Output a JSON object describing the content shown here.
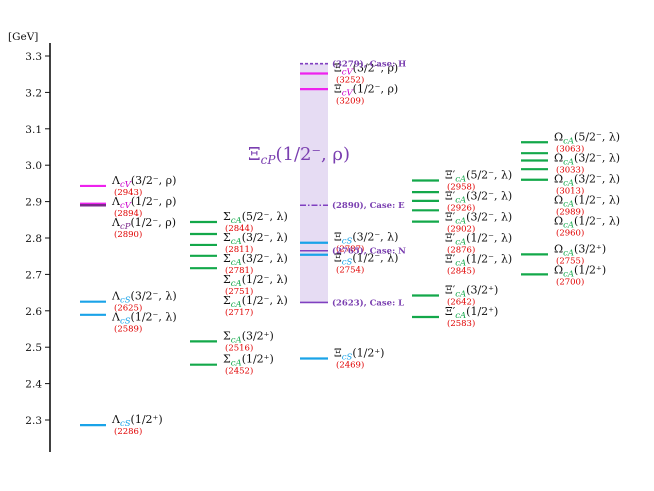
{
  "chart_data": {
    "type": "level-diagram",
    "unit_label": "[GeV]",
    "ylim": [
      2.22,
      3.38
    ],
    "yticks": [
      2.3,
      2.4,
      2.5,
      2.6,
      2.7,
      2.8,
      2.9,
      3.0,
      3.1,
      3.2,
      3.3
    ],
    "colors": {
      "lambda_cV": "#ee22ee",
      "lambda_cP": "#7b2a8b",
      "rho_state": "#ee22ee",
      "cS": "#1aa3e8",
      "cA": "#13a84a",
      "case": "#8040c0",
      "band": "#e6dcf3",
      "mass": "#e00000",
      "cV_sub": "#cc00cc",
      "cA_sub": "#13a84a",
      "cS_sub": "#1aa3e8",
      "cP_sub": "#7b2a8b"
    },
    "big_label": {
      "base": "Ξ",
      "sub": "cP",
      "rest": "(1/2⁻, ρ)"
    },
    "levels": [
      {
        "col": 0,
        "mass": 2.943,
        "label": "(2943)",
        "color": "lambda_cV",
        "base": "Λ",
        "sub": "cV",
        "subcolor": "cV_sub",
        "rest": "(3/2⁻, ρ)"
      },
      {
        "col": 0,
        "mass": 2.894,
        "label": "(2894)",
        "color": "lambda_cV",
        "base": "Λ",
        "sub": "cV",
        "subcolor": "cV_sub",
        "rest": "(1/2⁻, ρ)"
      },
      {
        "col": 0,
        "mass": 2.89,
        "label": "(2890)",
        "color": "lambda_cP",
        "base": "Λ",
        "sub": "cP",
        "subcolor": "cP_sub",
        "rest": "(1/2⁻, ρ)"
      },
      {
        "col": 0,
        "mass": 2.625,
        "label": "(2625)",
        "color": "cS",
        "base": "Λ",
        "sub": "cS",
        "subcolor": "cS_sub",
        "rest": "(3/2⁻, λ)"
      },
      {
        "col": 0,
        "mass": 2.589,
        "label": "(2589)",
        "color": "cS",
        "base": "Λ",
        "sub": "cS",
        "subcolor": "cS_sub",
        "rest": "(1/2⁻, λ)"
      },
      {
        "col": 0,
        "mass": 2.286,
        "label": "(2286)",
        "color": "cS",
        "base": "Λ",
        "sub": "cS",
        "subcolor": "cS_sub",
        "rest": "(1/2⁺)"
      },
      {
        "col": 1,
        "mass": 2.844,
        "label": "(2844)",
        "color": "cA",
        "base": "Σ",
        "sub": "cA",
        "subcolor": "cA_sub",
        "rest": "(5/2⁻, λ)"
      },
      {
        "col": 1,
        "mass": 2.811,
        "label": "(2811)",
        "color": "cA",
        "base": "Σ",
        "sub": "cA",
        "subcolor": "cA_sub",
        "rest": "(3/2⁻, λ)"
      },
      {
        "col": 1,
        "mass": 2.781,
        "label": "(2781)",
        "color": "cA",
        "base": "Σ",
        "sub": "cA",
        "subcolor": "cA_sub",
        "rest": "(3/2⁻, λ)"
      },
      {
        "col": 1,
        "mass": 2.751,
        "label": "(2751)",
        "color": "cA",
        "base": "Σ",
        "sub": "cA",
        "subcolor": "cA_sub",
        "rest": "(1/2⁻, λ)"
      },
      {
        "col": 1,
        "mass": 2.717,
        "label": "(2717)",
        "color": "cA",
        "base": "Σ",
        "sub": "cA",
        "subcolor": "cA_sub",
        "rest": "(1/2⁻, λ)"
      },
      {
        "col": 1,
        "mass": 2.516,
        "label": "(2516)",
        "color": "cA",
        "base": "Σ",
        "sub": "cA",
        "subcolor": "cA_sub",
        "rest": "(3/2⁺)"
      },
      {
        "col": 1,
        "mass": 2.452,
        "label": "(2452)",
        "color": "cA",
        "base": "Σ",
        "sub": "cA",
        "subcolor": "cA_sub",
        "rest": "(1/2⁺)"
      },
      {
        "col": 2,
        "mass": 3.252,
        "label": "(3252)",
        "color": "rho_state",
        "base": "Ξ",
        "sub": "cV",
        "subcolor": "cV_sub",
        "rest": "(3/2⁻, ρ)"
      },
      {
        "col": 2,
        "mass": 3.209,
        "label": "(3209)",
        "color": "rho_state",
        "base": "Ξ",
        "sub": "cV",
        "subcolor": "cV_sub",
        "rest": "(1/2⁻, ρ)"
      },
      {
        "col": 2,
        "mass": 2.787,
        "label": "(2787)",
        "color": "cS",
        "base": "Ξ",
        "sub": "cS",
        "subcolor": "cS_sub",
        "rest": "(3/2⁻, λ)"
      },
      {
        "col": 2,
        "mass": 2.754,
        "label": "(2754)",
        "color": "cS",
        "base": "Ξ",
        "sub": "cS",
        "subcolor": "cS_sub",
        "rest": "(1/2⁻, λ)"
      },
      {
        "col": 2,
        "mass": 2.469,
        "label": "(2469)",
        "color": "cS",
        "base": "Ξ",
        "sub": "cS",
        "subcolor": "cS_sub",
        "rest": "(1/2⁺)"
      },
      {
        "col": 3,
        "mass": 2.958,
        "label": "(2958)",
        "color": "cA",
        "base": "Ξ′",
        "sub": "cA",
        "subcolor": "cA_sub",
        "rest": "(5/2⁻, λ)"
      },
      {
        "col": 3,
        "mass": 2.926,
        "label": "(2926)",
        "color": "cA",
        "base": "Ξ′",
        "sub": "cA",
        "subcolor": "cA_sub",
        "rest": "(3/2⁻, λ)"
      },
      {
        "col": 3,
        "mass": 2.902,
        "label": "(2902)",
        "color": "cA",
        "base": "Ξ′",
        "sub": "cA",
        "subcolor": "cA_sub",
        "rest": "(3/2⁻, λ)"
      },
      {
        "col": 3,
        "mass": 2.876,
        "label": "(2876)",
        "color": "cA",
        "base": "Ξ′",
        "sub": "cA",
        "subcolor": "cA_sub",
        "rest": "(1/2⁻, λ)"
      },
      {
        "col": 3,
        "mass": 2.845,
        "label": "(2845)",
        "color": "cA",
        "base": "Ξ′",
        "sub": "cA",
        "subcolor": "cA_sub",
        "rest": "(1/2⁻, λ)"
      },
      {
        "col": 3,
        "mass": 2.642,
        "label": "(2642)",
        "color": "cA",
        "base": "Ξ′",
        "sub": "cA",
        "subcolor": "cA_sub",
        "rest": "(3/2⁺)"
      },
      {
        "col": 3,
        "mass": 2.583,
        "label": "(2583)",
        "color": "cA",
        "base": "Ξ′",
        "sub": "cA",
        "subcolor": "cA_sub",
        "rest": "(1/2⁺)"
      },
      {
        "col": 4,
        "mass": 3.063,
        "label": "(3063)",
        "color": "cA",
        "base": "Ω",
        "sub": "cA",
        "subcolor": "cA_sub",
        "rest": "(5/2⁻, λ)"
      },
      {
        "col": 4,
        "mass": 3.033,
        "label": "(3033)",
        "color": "cA",
        "base": "Ω",
        "sub": "cA",
        "subcolor": "cA_sub",
        "rest": "(3/2⁻, λ)"
      },
      {
        "col": 4,
        "mass": 3.013,
        "label": "(3013)",
        "color": "cA",
        "base": "Ω",
        "sub": "cA",
        "subcolor": "cA_sub",
        "rest": "(3/2⁻, λ)"
      },
      {
        "col": 4,
        "mass": 2.989,
        "label": "(2989)",
        "color": "cA",
        "base": "Ω",
        "sub": "cA",
        "subcolor": "cA_sub",
        "rest": "(1/2⁻, λ)"
      },
      {
        "col": 4,
        "mass": 2.96,
        "label": "(2960)",
        "color": "cA",
        "base": "Ω",
        "sub": "cA",
        "subcolor": "cA_sub",
        "rest": "(1/2⁻, λ)"
      },
      {
        "col": 4,
        "mass": 2.755,
        "label": "(2755)",
        "color": "cA",
        "base": "Ω",
        "sub": "cA",
        "subcolor": "cA_sub",
        "rest": "(3/2⁺)"
      },
      {
        "col": 4,
        "mass": 2.7,
        "label": "(2700)",
        "color": "cA",
        "base": "Ω",
        "sub": "cA",
        "subcolor": "cA_sub",
        "rest": "(1/2⁺)"
      }
    ],
    "cp_cases": [
      {
        "mass": 3.279,
        "label": "(3279), Case: H",
        "style": "dashed"
      },
      {
        "mass": 2.89,
        "label": "(2890), Case: E",
        "style": "dashdot"
      },
      {
        "mass": 2.765,
        "label": "(2765), Case: N",
        "style": "solid"
      },
      {
        "mass": 2.623,
        "label": "(2623), Case: L",
        "style": "solid"
      }
    ],
    "band_range": [
      2.623,
      3.279
    ]
  }
}
